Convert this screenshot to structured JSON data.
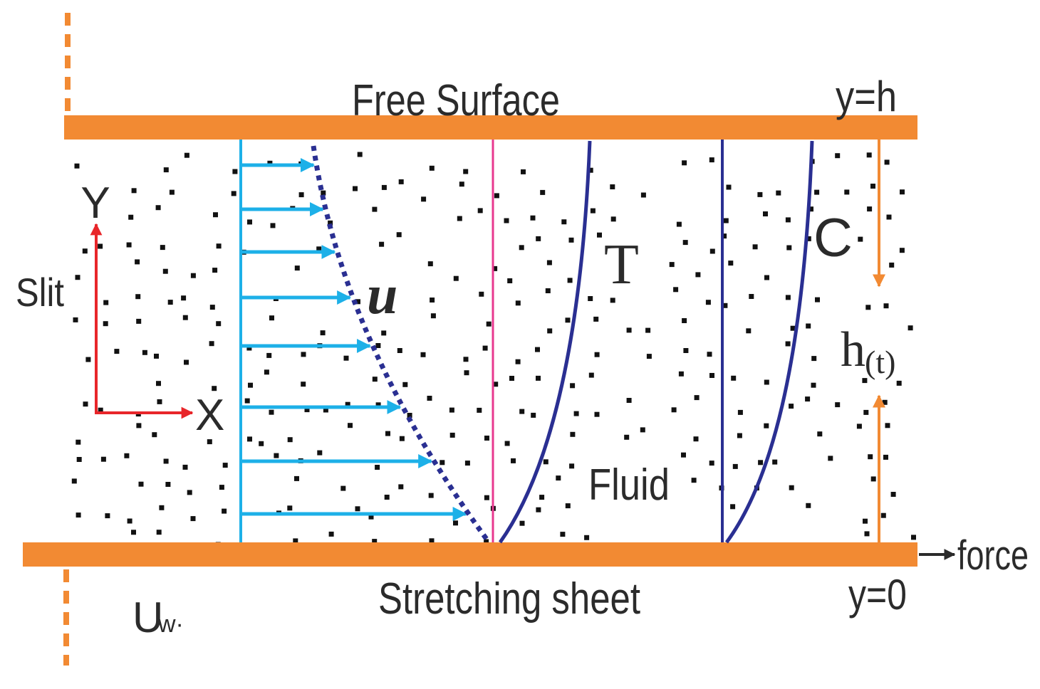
{
  "labels": {
    "free_surface": "Free Surface",
    "y_h": "y=h",
    "y_0": "y=0",
    "stretching_sheet": "Stretching sheet",
    "force": "force",
    "slit": "Slit",
    "axis_y": "Y",
    "axis_x": "X",
    "velocity": "u",
    "temperature": "T",
    "concentration": "C",
    "fluid": "Fluid",
    "thickness_h": "h",
    "thickness_sub": "(t)",
    "wall_velocity": "U",
    "wall_velocity_sub": "w·"
  },
  "colors": {
    "plate": "#F28A33",
    "velocity_arrows": "#1DB0E8",
    "axes": "#E8262A",
    "profile_lines": "#2A2F92",
    "temperature_edge": "#E8388F",
    "text": "#2B2B2B"
  }
}
